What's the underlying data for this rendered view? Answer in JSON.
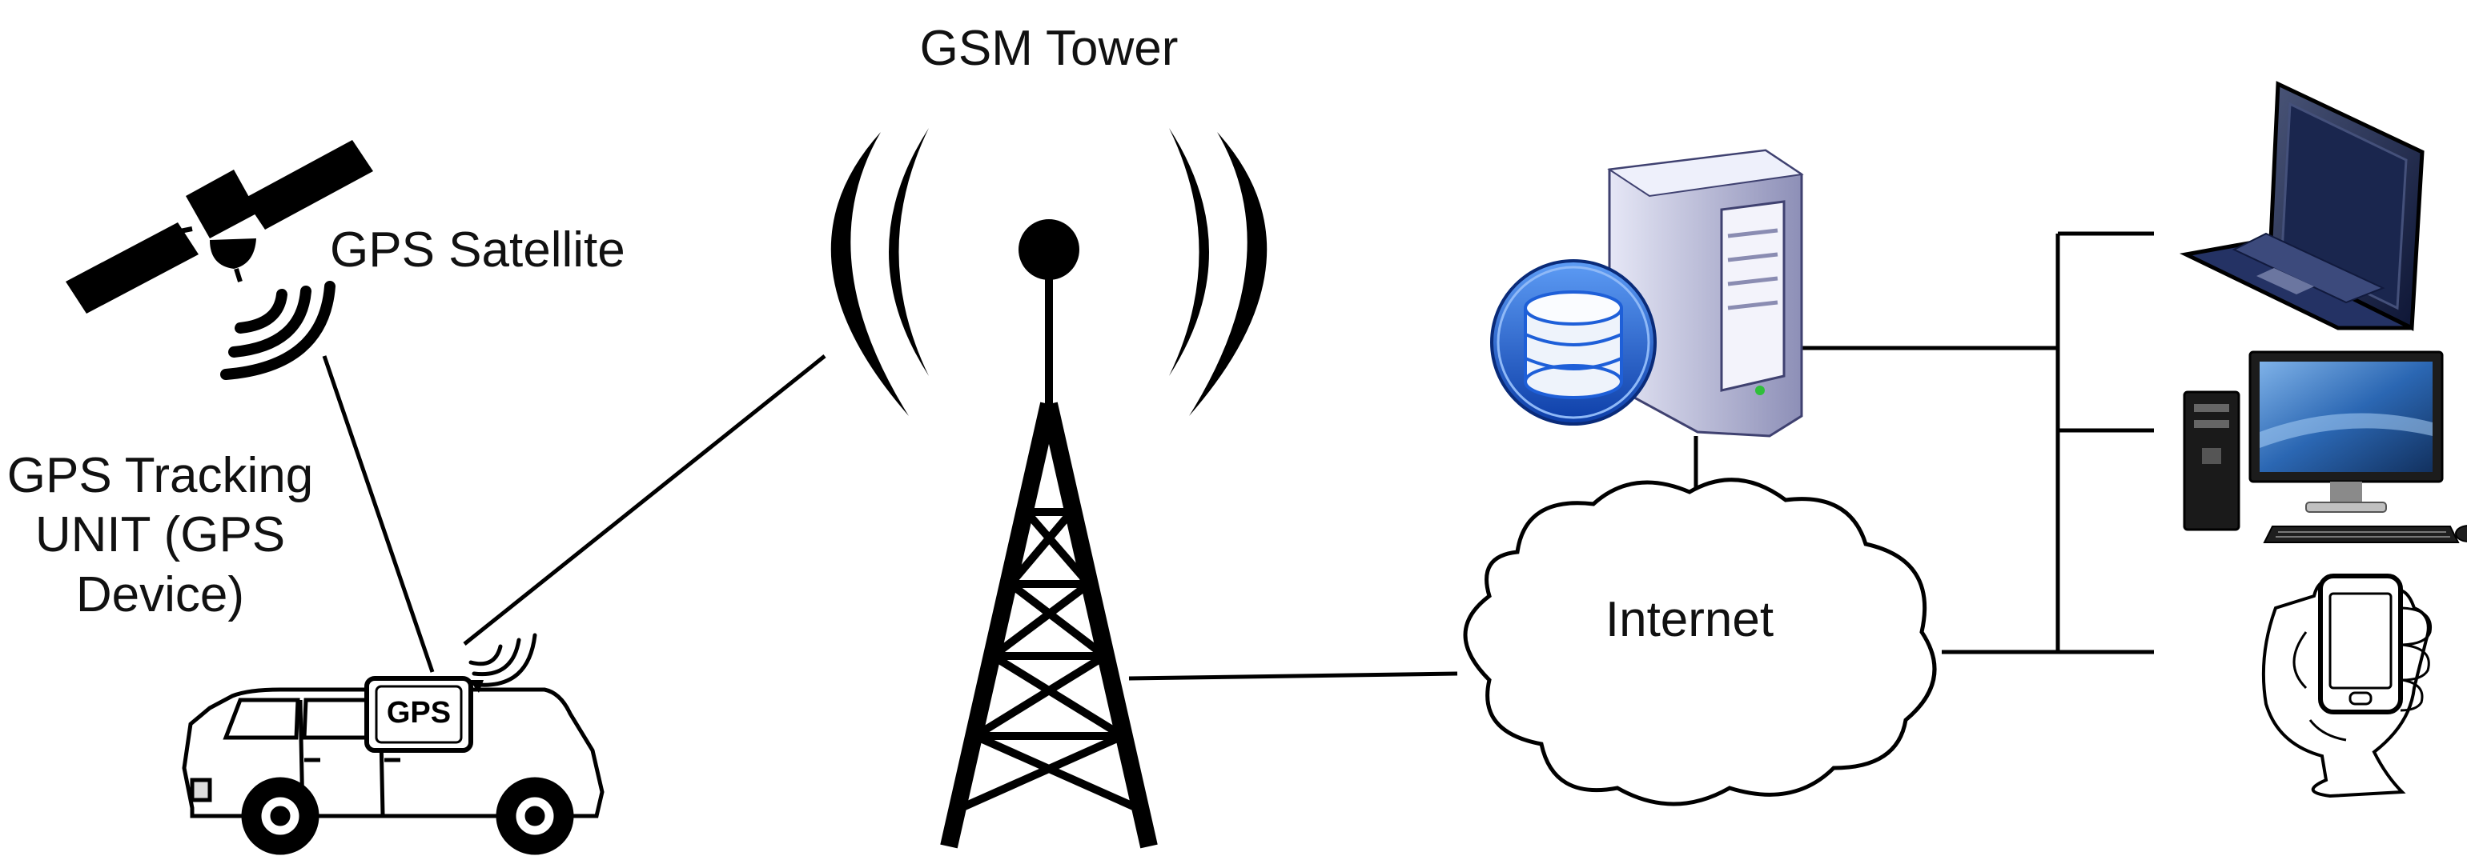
{
  "labels": {
    "gsm_tower": "GSM Tower",
    "gps_satellite": "GPS Satellite",
    "tracking_unit_line1": "GPS Tracking",
    "tracking_unit_line2": "UNIT (GPS",
    "tracking_unit_line3": "Device)",
    "internet": "Internet",
    "gps_box": "GPS"
  },
  "colors": {
    "line": "#000000",
    "server_body": "#c9cbe6",
    "database_blue": "#1e5fd8",
    "laptop_body": "#1b2a5a",
    "monitor_screen": "#2d6db8"
  }
}
